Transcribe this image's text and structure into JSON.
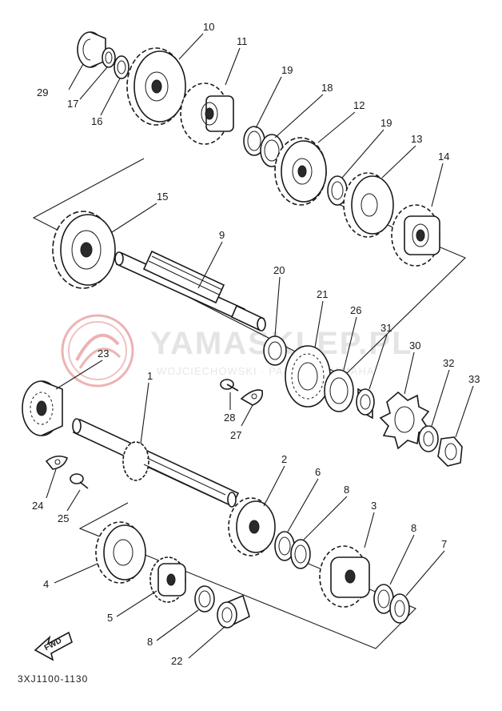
{
  "diagram": {
    "code": "3XJ1100-1130",
    "fwd_label": "FWD",
    "watermark": {
      "title": "YAMASKLEP.PL",
      "subtitle": "WOJCIECHOWSKI · PARTNER YAMAHA",
      "accent_color": "#e8a0a0"
    },
    "labels": {
      "p1": "1",
      "p2": "2",
      "p3": "3",
      "p4": "4",
      "p5": "5",
      "p6": "6",
      "p7": "7",
      "p8a": "8",
      "p8b": "8",
      "p8c": "8",
      "p9": "9",
      "p10": "10",
      "p11": "11",
      "p12": "12",
      "p13": "13",
      "p14": "14",
      "p15": "15",
      "p16": "16",
      "p17": "17",
      "p18": "18",
      "p19a": "19",
      "p19b": "19",
      "p20": "20",
      "p21": "21",
      "p22": "22",
      "p23": "23",
      "p24": "24",
      "p25": "25",
      "p26": "26",
      "p27": "27",
      "p28": "28",
      "p29": "29",
      "p30": "30",
      "p31": "31",
      "p32": "32",
      "p33": "33"
    }
  }
}
